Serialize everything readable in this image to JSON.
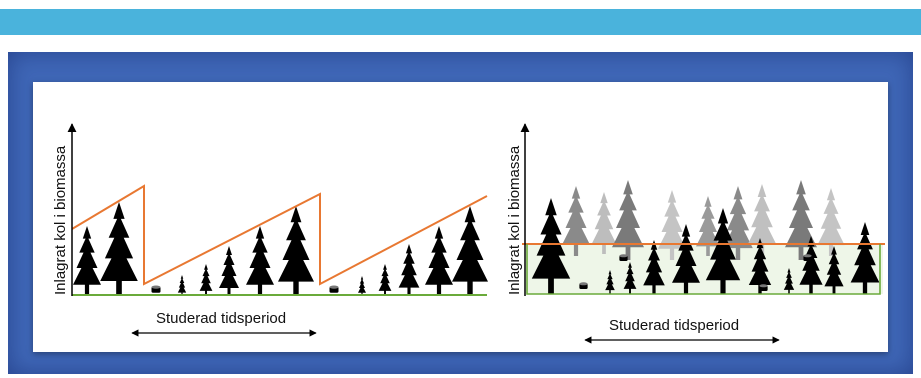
{
  "colors": {
    "header_bar": "#4ab3dc",
    "frame": "#3f67b7",
    "carbon_line": "#e87832",
    "ground_line": "#6aaa3a",
    "tree_dark": "#000000",
    "tree_mid": "#6b6b6b",
    "tree_light": "#b5b5b5"
  },
  "left_diagram": {
    "y_axis_label": "Inlagrat kol i biomassa",
    "x_axis_label": "Studerad tidsperiod",
    "icons": [
      "tree-icon",
      "tree-stump-icon",
      "double-arrow-icon"
    ]
  },
  "right_diagram": {
    "y_axis_label": "Inlagrat kol i biomassa",
    "x_axis_label": "Studerad tidsperiod",
    "icons": [
      "tree-icon",
      "tree-stump-icon",
      "double-arrow-icon"
    ]
  }
}
